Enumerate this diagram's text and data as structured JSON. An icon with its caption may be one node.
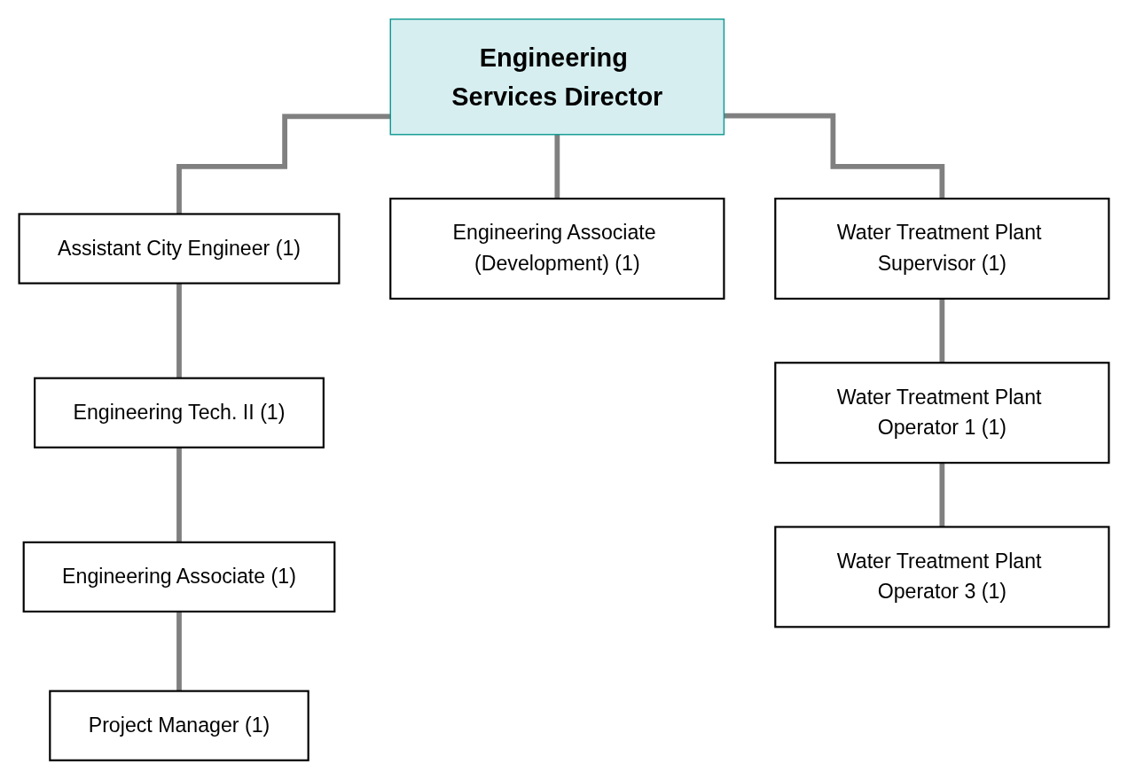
{
  "diagram": {
    "nodes": [
      {
        "text": [
          "Engineering Services Director"
        ]
      },
      {
        "text": [
          "Assistant City Engineer (1)"
        ]
      },
      {
        "text": [
          "Engineering Associate (Development) (1)"
        ]
      },
      {
        "text": [
          "Water Treatment Plant Supervisor (1)"
        ]
      },
      {
        "text": [
          "Engineering Tech. II (1)"
        ]
      },
      {
        "text": [
          "Engineering Associate (1)"
        ]
      },
      {
        "text": [
          "Project Manager (1)"
        ]
      },
      {
        "text": [
          "Water Treatment Plant Operator 1 (1)"
        ]
      },
      {
        "text": [
          "Water Treatment Plant Operator 3 (1)"
        ]
      }
    ],
    "edges": [
      {
        "from": 0,
        "to": 1,
        "arrow": "none"
      },
      {
        "from": 0,
        "to": 2,
        "arrow": "none"
      },
      {
        "from": 0,
        "to": 3,
        "arrow": "none"
      },
      {
        "from": 1,
        "to": 4,
        "arrow": "none"
      },
      {
        "from": 4,
        "to": 5,
        "arrow": "none"
      },
      {
        "from": 5,
        "to": 6,
        "arrow": "none"
      },
      {
        "from": 3,
        "to": 7,
        "arrow": "none"
      },
      {
        "from": 7,
        "to": 8,
        "arrow": "none"
      }
    ]
  }
}
